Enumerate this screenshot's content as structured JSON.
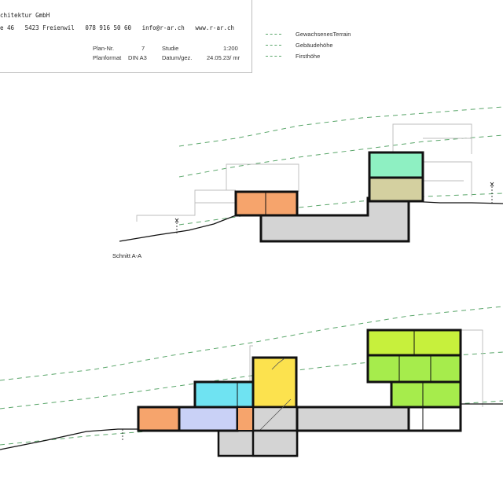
{
  "titleblock": {
    "company": "chitektur GmbH",
    "address_line": "e 46   5423 Freienwil   078 916 50 60   info@r-ar.ch   www.r-ar.ch",
    "plan_nr_label": "Plan-Nr.",
    "plan_nr_value": "7",
    "planformat_label": "Planformat",
    "planformat_value": "DIN A3",
    "phase_label": "Studie",
    "scale_value": "1:200",
    "datum_label": "Datum/gez.",
    "datum_value": "24.05.23/ mr"
  },
  "legend": [
    {
      "label": "GewachsenesTerrain",
      "color": "#5aa66a"
    },
    {
      "label": "Gebäudehöhe",
      "color": "#5aa66a"
    },
    {
      "label": "Firsthöhe",
      "color": "#5aa66a"
    }
  ],
  "sections": {
    "section_a_label": "Schnitt A-A"
  },
  "colors": {
    "orange": "#f6a46c",
    "mint": "#8ef0c2",
    "khaki": "#d4d0a0",
    "grey": "#d4d4d4",
    "cyan": "#6fe3f2",
    "yellow": "#fce24e",
    "lilac": "#c9d1f6",
    "lime": "#c7f03c",
    "green": "#a6ec4c",
    "dashed_green": "#5aa66a"
  }
}
